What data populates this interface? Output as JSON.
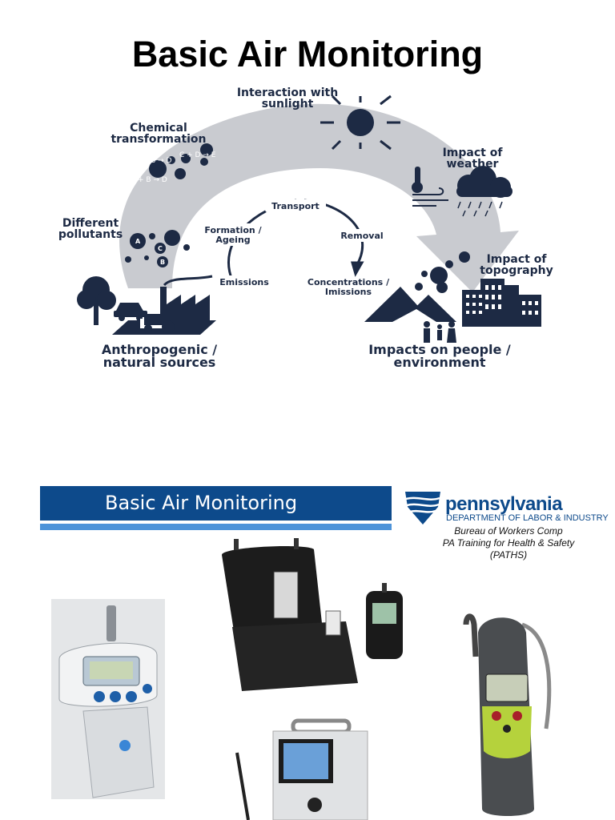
{
  "slide1": {
    "title": "Basic Air Monitoring",
    "labels": {
      "sunlight_1": "Interaction with",
      "sunlight_2": "sunlight",
      "chemical_1": "Chemical",
      "chemical_2": "transformation",
      "weather_1": "Impact of",
      "weather_2": "weather",
      "pollutants_1": "Different",
      "pollutants_2": "pollutants",
      "topography_1": "Impact of",
      "topography_2": "topography",
      "sources_1": "Anthropogenic /",
      "sources_2": "natural sources",
      "impacts_1": "Impacts on people /",
      "impacts_2": "environment"
    },
    "formulas": {
      "f1": "2A + B → D",
      "f2": "C + D → E",
      "f3": "A + B → D"
    },
    "molecules": [
      "A",
      "C",
      "B"
    ],
    "inner_cycle": {
      "transport": "Transport",
      "formation_1": "Formation /",
      "formation_2": "Ageing",
      "removal": "Removal",
      "emissions": "Emissions",
      "concentrations_1": "Concentrations /",
      "concentrations_2": "Imissions"
    }
  },
  "slide2": {
    "banner_title": "Basic Air Monitoring",
    "logo_name": "pennsylvania",
    "logo_dept": "DEPARTMENT OF LABOR & INDUSTRY",
    "subtitle_lines": [
      "Bureau of Workers Comp",
      "PA Training for Health & Safety",
      "(PATHS)"
    ]
  },
  "colors": {
    "navy": "#1d2a44",
    "arrow_gray": "#c9cbd0",
    "banner_blue": "#0d4a8b",
    "stripe_blue": "#4d93d9"
  }
}
